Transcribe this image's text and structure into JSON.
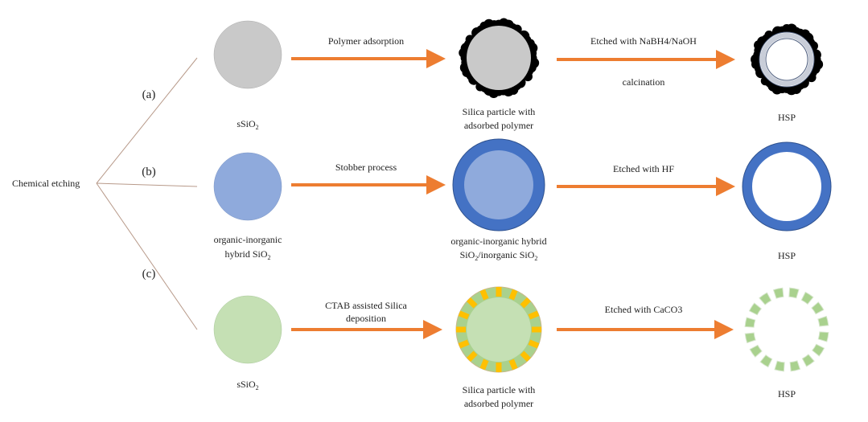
{
  "root_label": "Chemical etching",
  "routes": [
    {
      "tag": "(a)",
      "start_label": "sSiO",
      "start_sub": "2",
      "step1": [
        "Polymer adsorption"
      ],
      "mid_label": [
        "Silica particle with",
        "adsorbed polymer"
      ],
      "step2": "Etched with NaBH4/NaOH",
      "step2_below": "calcination",
      "end_label": "HSP"
    },
    {
      "tag": "(b)",
      "start_label_line1": "organic-inorganic",
      "start_label_line2": "hybrid SiO",
      "start_sub": "2",
      "step1": [
        "Stobber process"
      ],
      "mid_label_line1": "organic-inorganic hybrid",
      "mid_label_line2a": "SiO",
      "mid_label_line2b": "/inorganic SiO",
      "mid_sub": "2",
      "step2": "Etched with HF",
      "end_label": "HSP"
    },
    {
      "tag": "(c)",
      "start_label": "sSiO",
      "start_sub": "2",
      "step1": [
        "CTAB assisted Silica",
        "deposition"
      ],
      "mid_label": [
        "Silica particle with",
        "adsorbed polymer"
      ],
      "step2": "Etched with CaCO3",
      "end_label": "HSP"
    }
  ],
  "colors": {
    "arrow": "#ed7d31",
    "gray": "#c9c9c9",
    "blue_dark": "#4472c4",
    "blue_light": "#8faadc",
    "green_dark": "#a9d18e",
    "green_light": "#c5e0b4",
    "orange_block": "#ffc000"
  }
}
